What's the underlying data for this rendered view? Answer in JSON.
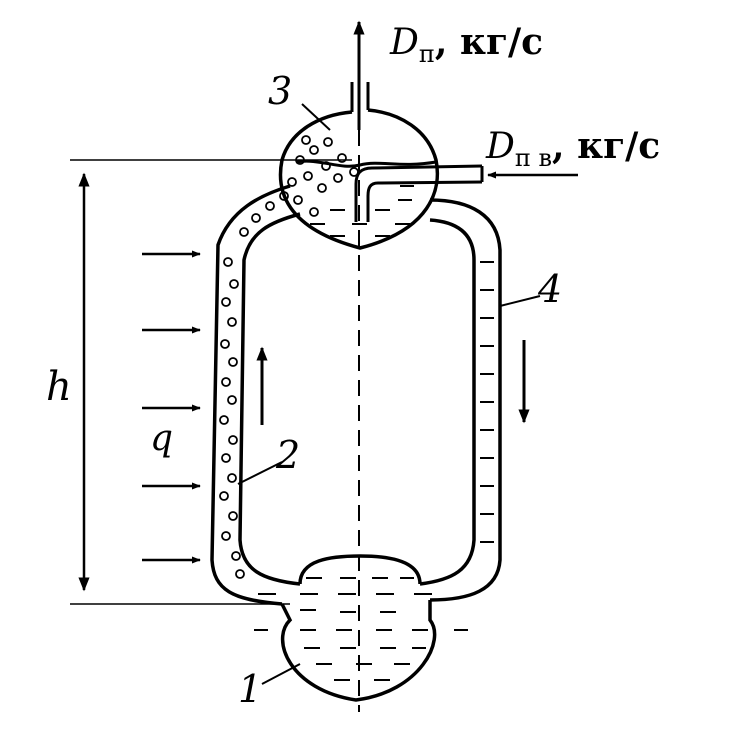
{
  "labels": {
    "steam_out_symbol": "D",
    "steam_out_subscript": "п",
    "steam_out_unit": ", кг/с",
    "feedwater_symbol": "D",
    "feedwater_subscript": "п в",
    "feedwater_unit": ", кг/с",
    "height": "h",
    "heat_flux": "q",
    "num_1": "1",
    "num_2": "2",
    "num_3": "3",
    "num_4": "4"
  },
  "colors": {
    "ink": "#000000",
    "background": "#ffffff"
  }
}
